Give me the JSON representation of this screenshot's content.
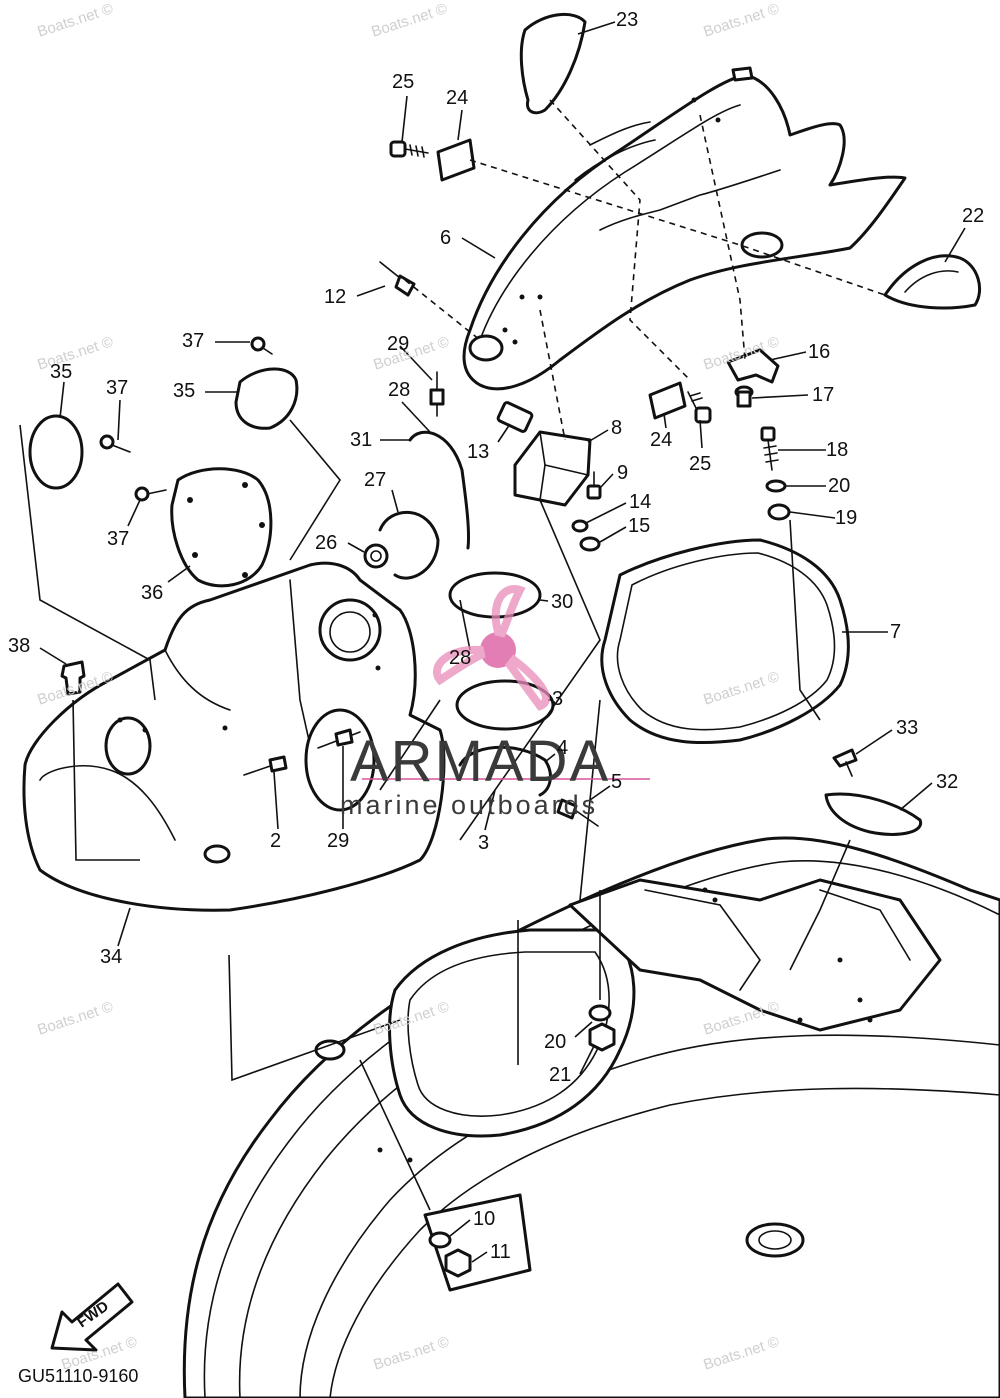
{
  "diagram": {
    "reference_code": "GU51110-9160",
    "fwd_label": "FWD",
    "watermark_text": "Boats.net ©",
    "logo": {
      "name": "ARMADA",
      "tagline": "marine outboards",
      "accent_color": "#d9549a"
    },
    "line_color": "#111111",
    "callouts": [
      {
        "id": "c1",
        "label": "23"
      },
      {
        "id": "c2",
        "label": "25"
      },
      {
        "id": "c3",
        "label": "24"
      },
      {
        "id": "c4",
        "label": "6"
      },
      {
        "id": "c5",
        "label": "22"
      },
      {
        "id": "c6",
        "label": "12"
      },
      {
        "id": "c7",
        "label": "37"
      },
      {
        "id": "c8",
        "label": "29"
      },
      {
        "id": "c9",
        "label": "16"
      },
      {
        "id": "c10",
        "label": "35"
      },
      {
        "id": "c11",
        "label": "37"
      },
      {
        "id": "c12",
        "label": "35"
      },
      {
        "id": "c13",
        "label": "28"
      },
      {
        "id": "c14",
        "label": "17"
      },
      {
        "id": "c15",
        "label": "8"
      },
      {
        "id": "c16",
        "label": "24"
      },
      {
        "id": "c17",
        "label": "31"
      },
      {
        "id": "c18",
        "label": "13"
      },
      {
        "id": "c19",
        "label": "18"
      },
      {
        "id": "c20",
        "label": "25"
      },
      {
        "id": "c21",
        "label": "9"
      },
      {
        "id": "c22",
        "label": "27"
      },
      {
        "id": "c23",
        "label": "20"
      },
      {
        "id": "c24",
        "label": "14"
      },
      {
        "id": "c25",
        "label": "37"
      },
      {
        "id": "c26",
        "label": "19"
      },
      {
        "id": "c27",
        "label": "15"
      },
      {
        "id": "c28",
        "label": "26"
      },
      {
        "id": "c29",
        "label": "36"
      },
      {
        "id": "c30",
        "label": "30"
      },
      {
        "id": "c31",
        "label": "7"
      },
      {
        "id": "c32",
        "label": "38"
      },
      {
        "id": "c33",
        "label": "28"
      },
      {
        "id": "c34",
        "label": "3"
      },
      {
        "id": "c35",
        "label": "33"
      },
      {
        "id": "c36",
        "label": "4"
      },
      {
        "id": "c37",
        "label": "32"
      },
      {
        "id": "c38",
        "label": "5"
      },
      {
        "id": "c39",
        "label": "2"
      },
      {
        "id": "c40",
        "label": "29"
      },
      {
        "id": "c41",
        "label": "3"
      },
      {
        "id": "c42",
        "label": "34"
      },
      {
        "id": "c43",
        "label": "20"
      },
      {
        "id": "c44",
        "label": "21"
      },
      {
        "id": "c45",
        "label": "10"
      },
      {
        "id": "c46",
        "label": "11"
      }
    ]
  }
}
